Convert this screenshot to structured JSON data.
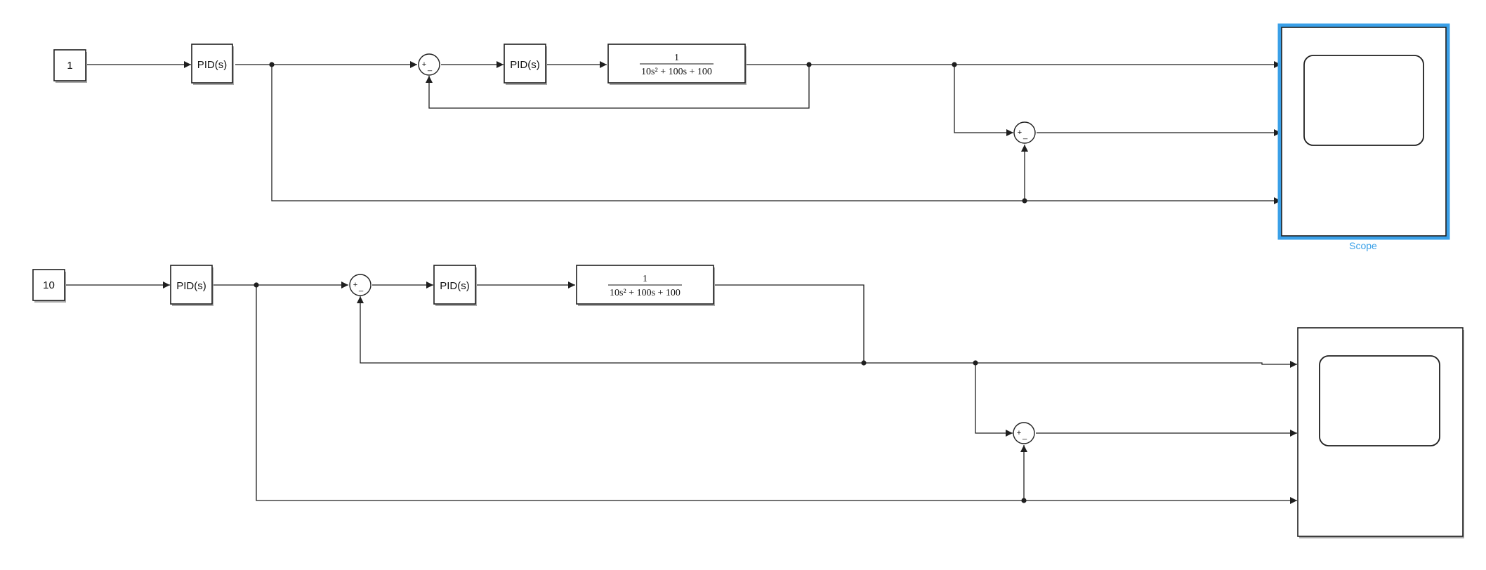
{
  "colors": {
    "selection": "#3aa0e8",
    "line": "#1f1f1f",
    "background": "#ffffff"
  },
  "top": {
    "constant": {
      "value": "1"
    },
    "pid_outer": {
      "label": "PID(s)"
    },
    "sum_inner": {
      "plus": "+",
      "minus": "_"
    },
    "pid_inner": {
      "label": "PID(s)"
    },
    "transfer_fcn": {
      "numerator": "1",
      "denominator": "10s² + 100s + 100"
    },
    "sum_error": {
      "plus": "+",
      "minus": "_"
    },
    "scope": {
      "name": "Scope",
      "selected": true
    }
  },
  "bottom": {
    "constant": {
      "value": "10"
    },
    "pid_outer": {
      "label": "PID(s)"
    },
    "sum_inner": {
      "plus": "+",
      "minus": "_"
    },
    "pid_inner": {
      "label": "PID(s)"
    },
    "transfer_fcn": {
      "numerator": "1",
      "denominator": "10s² + 100s + 100"
    },
    "sum_error": {
      "plus": "+",
      "minus": "_"
    },
    "scope": {
      "name": "",
      "selected": false
    }
  }
}
